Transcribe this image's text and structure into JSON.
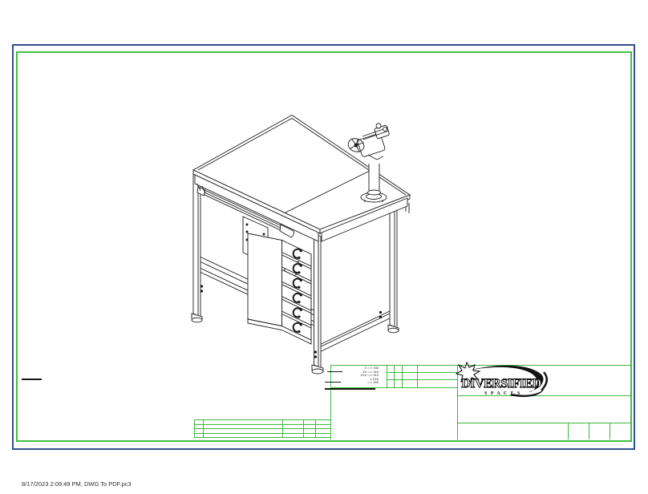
{
  "colors": {
    "sheet_border_outer_blue": "#31508f",
    "sheet_border_inner_green": "#41bf41",
    "title_block_green": "#3cb83c",
    "drawing_line": "#1b1b1b"
  },
  "footer": {
    "plot_stamp": "8/17/2023 2:09:49 PM, DWG To PDF.pc3"
  },
  "title_block": {
    "brand": {
      "name": "DIVERSIFIED",
      "sub": "S P A C E S",
      "tm": "™"
    },
    "tolerance_notes": [
      "X = ± .030",
      "XX = ± .015",
      ".XXX = ± .010",
      "± 1/16",
      "= ± .005"
    ]
  },
  "drawing": {
    "drawer_count": 6
  }
}
